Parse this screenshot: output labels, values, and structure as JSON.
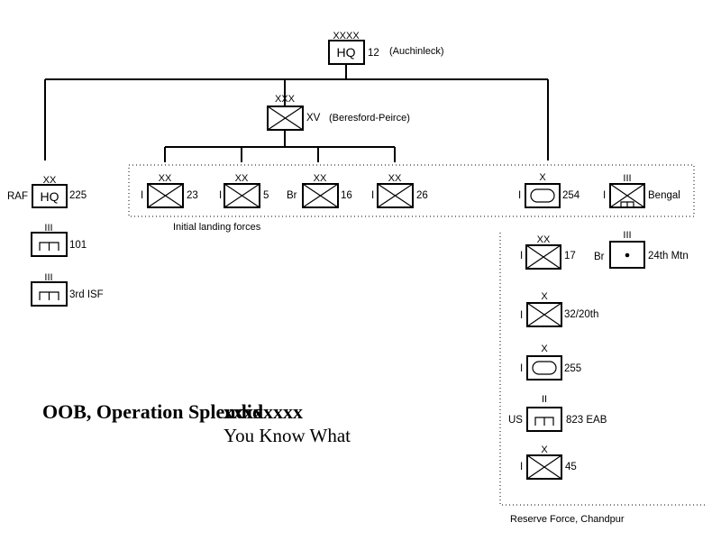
{
  "title": "OOB, Operation Splendid",
  "title_overlay": "xxxxxxxx",
  "subtitle": "You Know What",
  "groups": {
    "initial": "Initial landing forces",
    "reserve": "Reserve Force, Chandpur"
  },
  "units": {
    "hq12": {
      "size": "XXXX",
      "symbol": "HQ",
      "name": "12",
      "note": "(Auchinleck)"
    },
    "xv": {
      "size": "XXX",
      "name": "XV",
      "note": "(Beresford-Peirce)"
    },
    "hq225": {
      "size": "XX",
      "symbol": "HQ",
      "prefix": "RAF",
      "name": "225"
    },
    "u101": {
      "size": "III",
      "name": "101"
    },
    "isf3": {
      "size": "III",
      "name": "3rd ISF"
    },
    "d23": {
      "size": "XX",
      "prefix": "I",
      "name": "23"
    },
    "d5": {
      "size": "XX",
      "prefix": "I",
      "name": "5"
    },
    "d16": {
      "size": "XX",
      "prefix": "Br",
      "name": "16"
    },
    "d26": {
      "size": "XX",
      "prefix": "I",
      "name": "26"
    },
    "b254": {
      "size": "X",
      "prefix": "I",
      "name": "254"
    },
    "bengal": {
      "size": "III",
      "prefix": "I",
      "name": "Bengal"
    },
    "d17": {
      "size": "XX",
      "prefix": "I",
      "name": "17"
    },
    "mtn24": {
      "size": "III",
      "prefix": "Br",
      "name": "24th Mtn"
    },
    "b3220": {
      "size": "X",
      "prefix": "I",
      "name": "32/20th"
    },
    "b255": {
      "size": "X",
      "prefix": "I",
      "name": "255"
    },
    "eab823": {
      "size": "II",
      "prefix": "US",
      "name": "823 EAB"
    },
    "b45": {
      "size": "X",
      "prefix": "I",
      "name": "45"
    }
  }
}
